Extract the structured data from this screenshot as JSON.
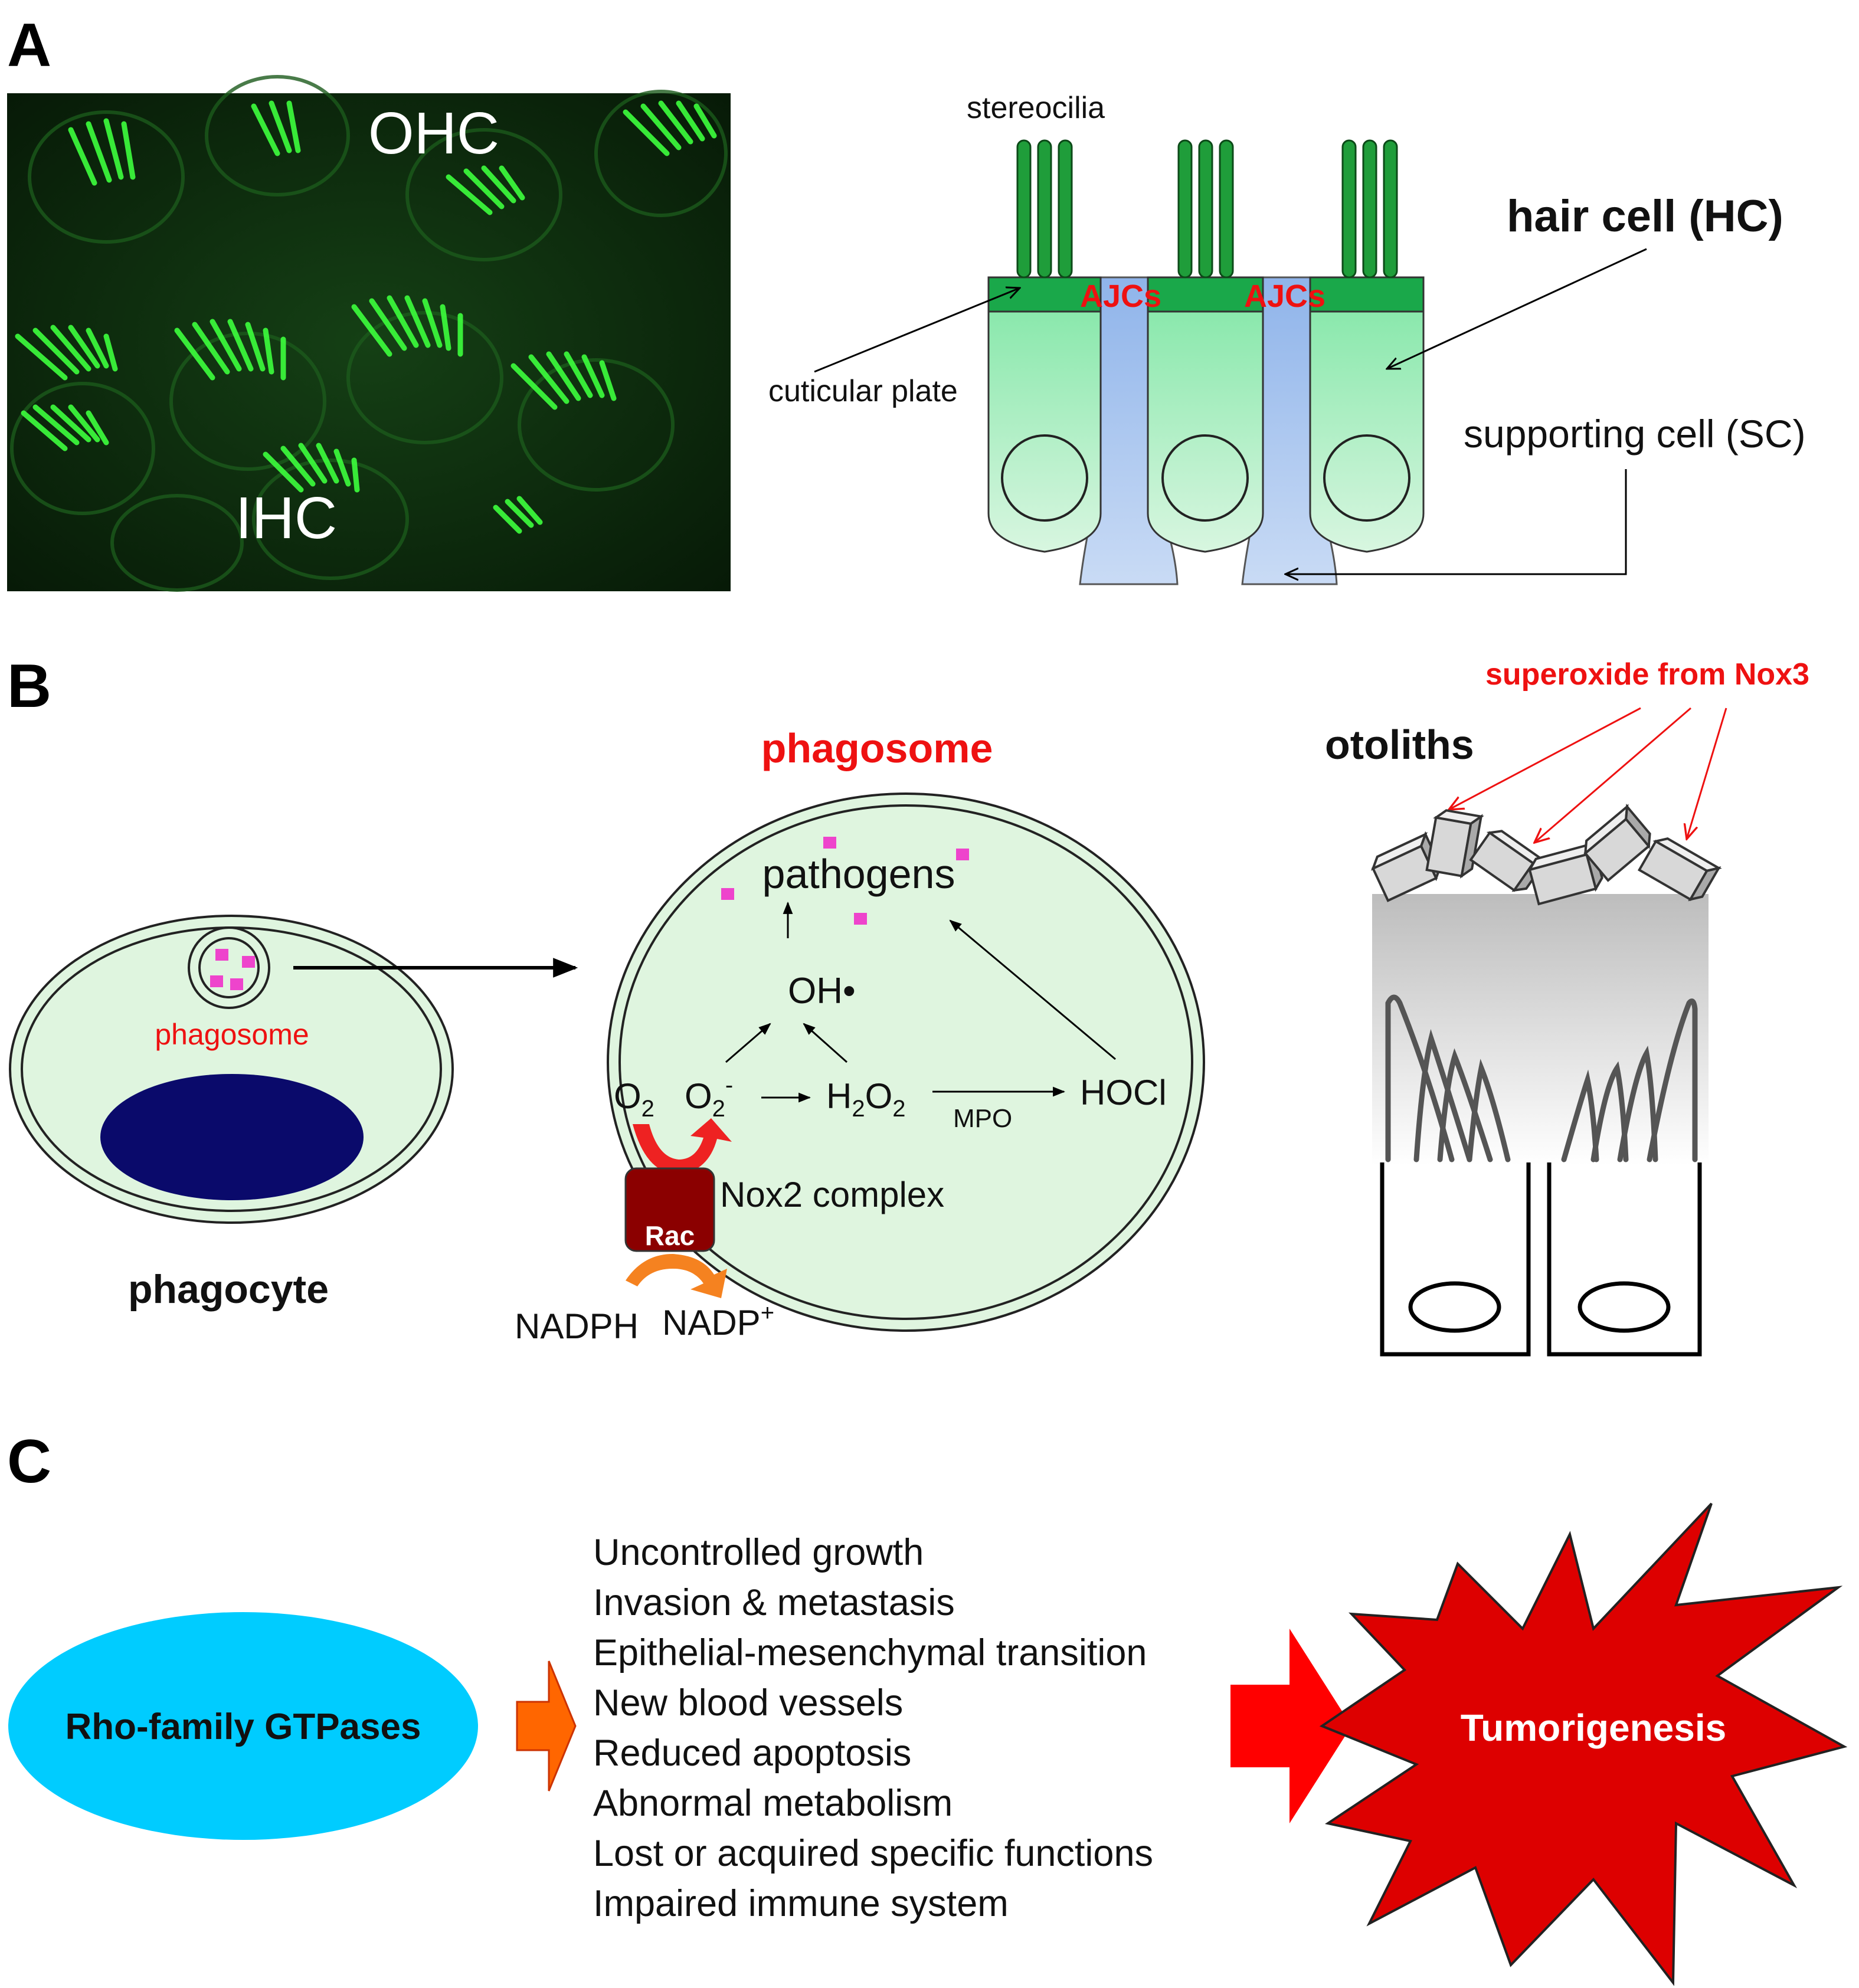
{
  "panel_labels": {
    "a": "A",
    "b": "B",
    "c": "C"
  },
  "panel_a": {
    "micrograph": {
      "ohc": "OHC",
      "ihc": "IHC"
    },
    "schematic": {
      "stereocilia": "stereocilia",
      "hair_cell": "hair cell (HC)",
      "ajcs": "AJCs",
      "cuticular_plate": "cuticular plate",
      "supporting_cell": "supporting cell (SC)"
    }
  },
  "panel_b": {
    "phagocyte": {
      "inner_label": "phagosome",
      "caption": "phagocyte"
    },
    "phagosome": {
      "title": "phagosome",
      "pathogens": "pathogens",
      "oh_radical": "OH•",
      "o2": "O",
      "o2_sub": "2",
      "superoxide": "O",
      "superoxide_sub": "2",
      "superoxide_sup": "-",
      "h2o2_h": "H",
      "h2o2_sub1": "2",
      "h2o2_o": "O",
      "h2o2_sub2": "2",
      "hocl": "HOCl",
      "mpo": "MPO",
      "rac": "Rac",
      "nox2": "Nox2  complex",
      "nadph": "NADPH",
      "nadp": "NADP",
      "nadp_sup": "+"
    },
    "otoliths": {
      "title": "otoliths",
      "superoxide_label": "superoxide from Nox3"
    }
  },
  "panel_c": {
    "source": "Rho-family GTPases",
    "effects": [
      "Uncontrolled growth",
      "Invasion & metastasis",
      "Epithelial-mesenchymal transition",
      "New blood vessels",
      "Reduced apoptosis",
      "Abnormal metabolism",
      "Lost or acquired specific functions",
      "Impaired immune system"
    ],
    "outcome": "Tumorigenesis"
  },
  "colors": {
    "micrograph_bg": "#0c2a0c",
    "stereocilia_green": "#34d634",
    "hair_cell_fill": "#a9ecc1",
    "cuticular_plate": "#1aa84a",
    "supporting_cell": "#a8c4ec",
    "cell_fill": "#dff5df",
    "nucleus": "#0a0a6b",
    "pathogen": "#ee44cc",
    "rac": "#8b0000",
    "label_red": "#ee1111",
    "rho_ellipse": "#00ccff",
    "arrow_orange": "#ff6600",
    "arrow_red": "#ff0000",
    "star_red": "#dd0000"
  }
}
